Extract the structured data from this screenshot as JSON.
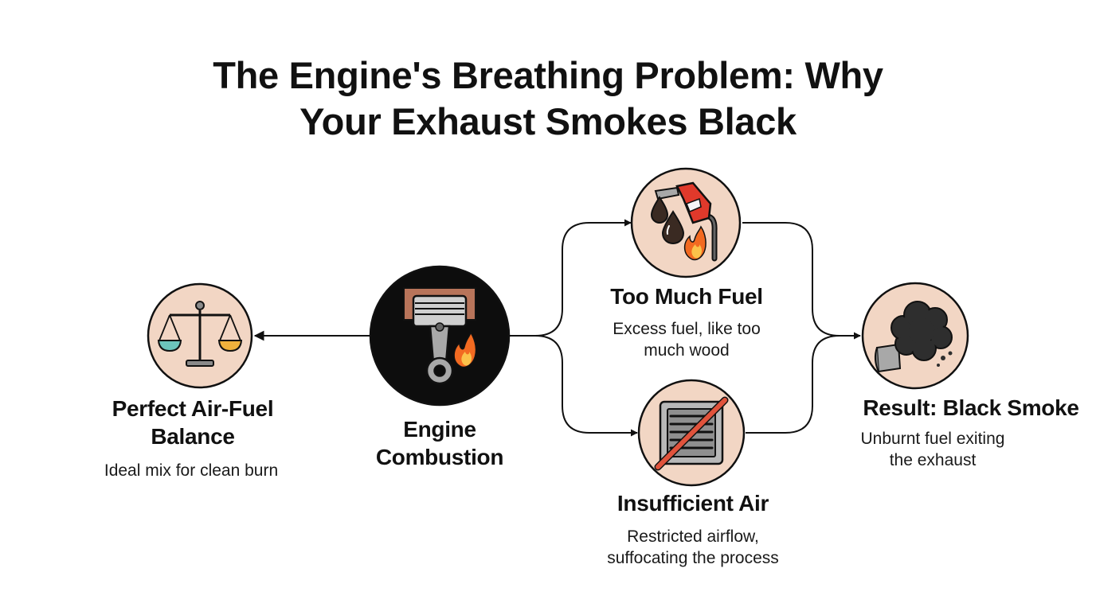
{
  "title": {
    "line1": "The Engine's Breathing Problem: Why",
    "line2": "Your Exhaust Smokes Black"
  },
  "nodes": {
    "balance": {
      "label_line1": "Perfect Air-Fuel",
      "label_line2": "Balance",
      "desc": "Ideal mix for clean burn",
      "icon": "scales-icon"
    },
    "engine": {
      "label_line1": "Engine",
      "label_line2": "Combustion",
      "icon": "piston-icon"
    },
    "fuel": {
      "label": "Too Much Fuel",
      "desc_line1": "Excess fuel, like too",
      "desc_line2": "much wood",
      "icon": "fuel-nozzle-icon"
    },
    "air": {
      "label": "Insufficient Air",
      "desc_line1": "Restricted airflow,",
      "desc_line2": "suffocating the process",
      "icon": "blocked-vent-icon"
    },
    "result": {
      "label": "Result: Black Smoke",
      "desc_line1": "Unburnt fuel exiting",
      "desc_line2": "the exhaust",
      "icon": "exhaust-smoke-icon"
    }
  },
  "colors": {
    "circle_fill": "#f2d6c4",
    "engine_fill": "#0d0d0d",
    "outline": "#111111",
    "flame": "#f26a21",
    "copper": "#b8745a",
    "water": "#6cc4bb",
    "oil": "#f0b13c",
    "prohibit": "#e0533c"
  }
}
